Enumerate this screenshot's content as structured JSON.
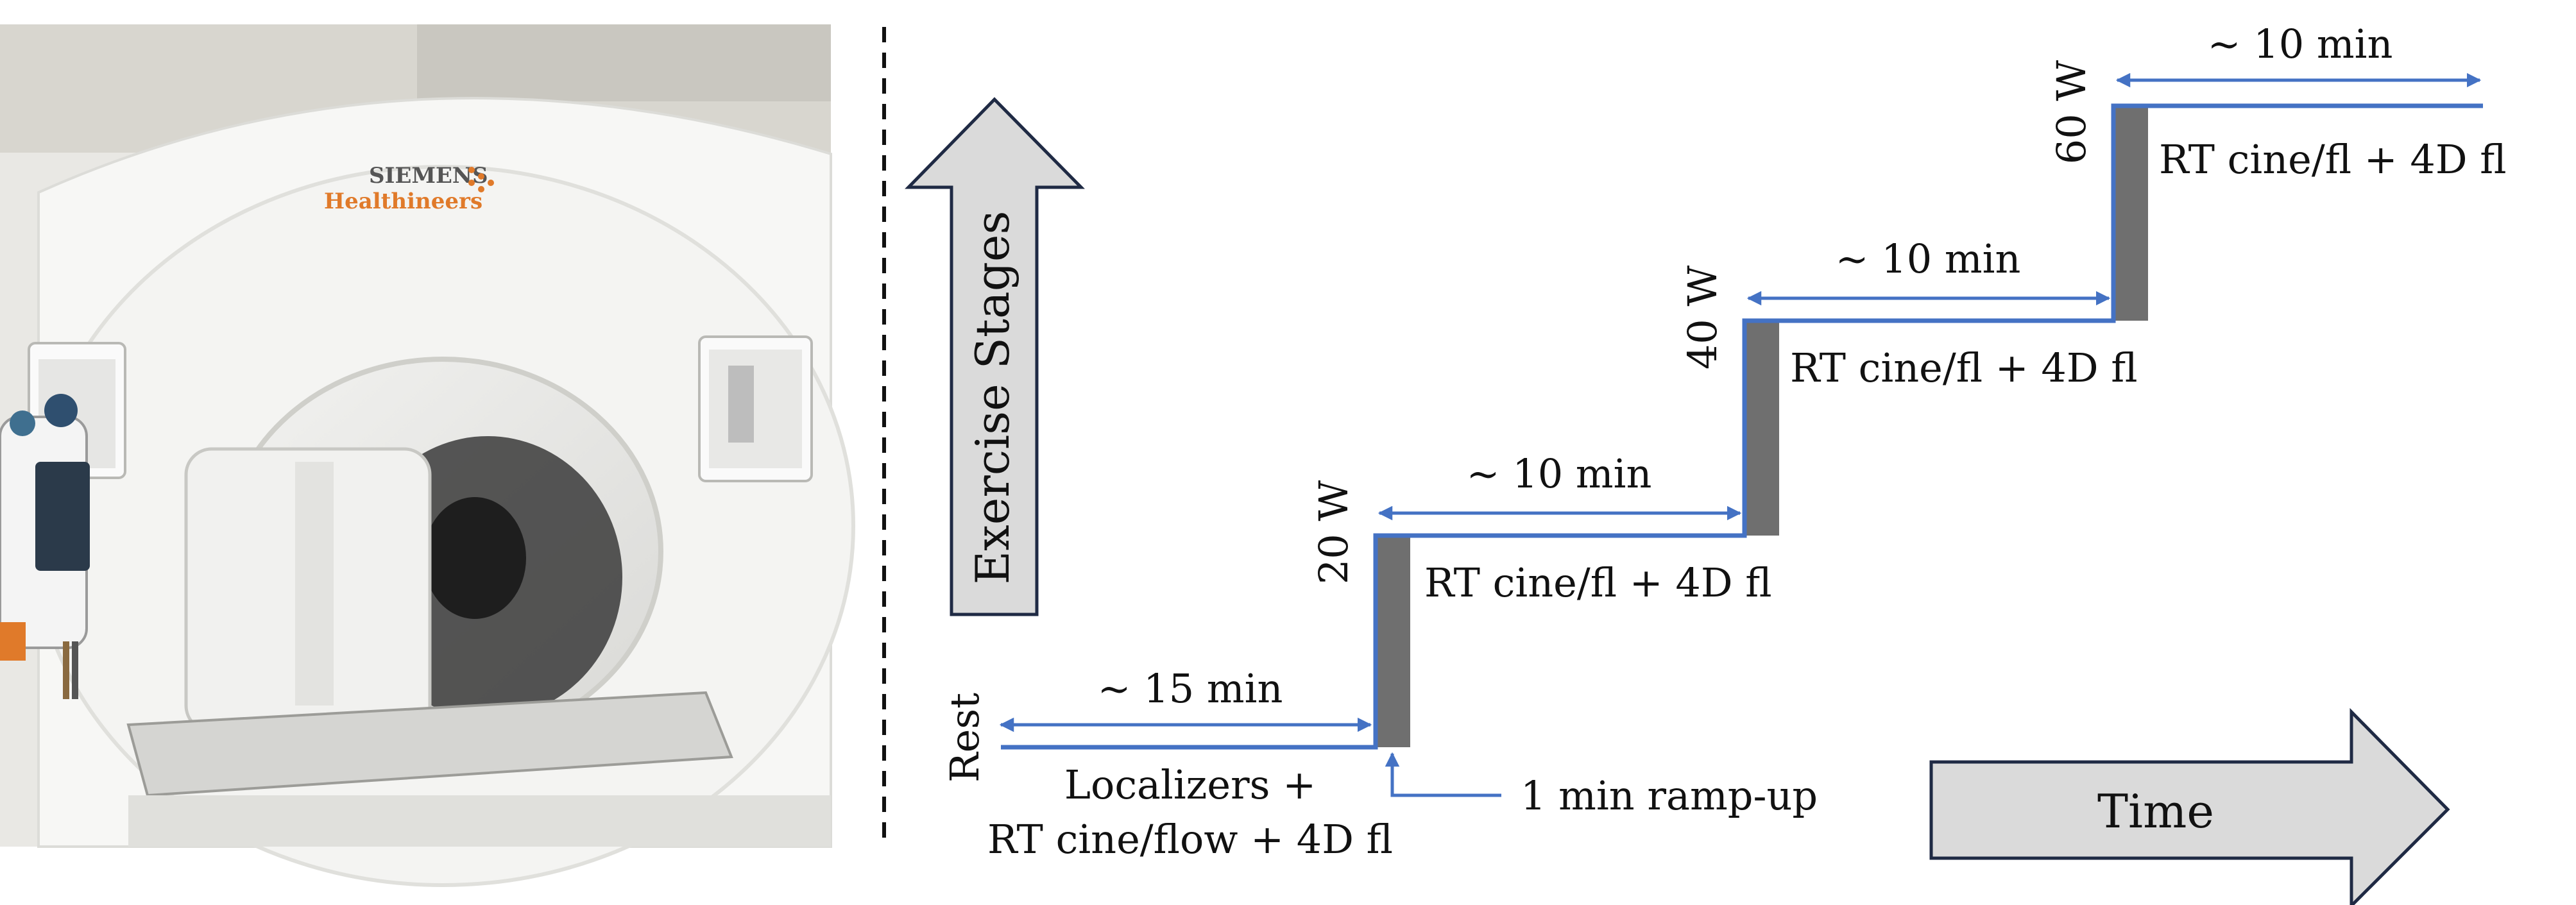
{
  "photo": {
    "brand_line1": "SIEMENS",
    "brand_line2": "Healthineers"
  },
  "arrows": {
    "stages_label": "Exercise Stages",
    "time_label": "Time"
  },
  "rest": {
    "label": "Rest",
    "duration": "~ 15 min",
    "sequence_line1": "Localizers +",
    "sequence_line2": "RT cine/flow + 4D fl"
  },
  "ramp_label": "1 min ramp-up",
  "stages": [
    {
      "power": "20 W",
      "duration": "~ 10 min",
      "sequence": "RT cine/fl + 4D fl"
    },
    {
      "power": "40 W",
      "duration": "~ 10 min",
      "sequence": "RT cine/fl + 4D fl"
    },
    {
      "power": "60 W",
      "duration": "~ 10 min",
      "sequence": "RT cine/fl + 4D fl"
    }
  ],
  "colors": {
    "step_line": "#4472C4",
    "ramp_bar": "#6F6F6F",
    "arrow_fill": "#DADADA",
    "arrow_stroke": "#1F2A44"
  }
}
